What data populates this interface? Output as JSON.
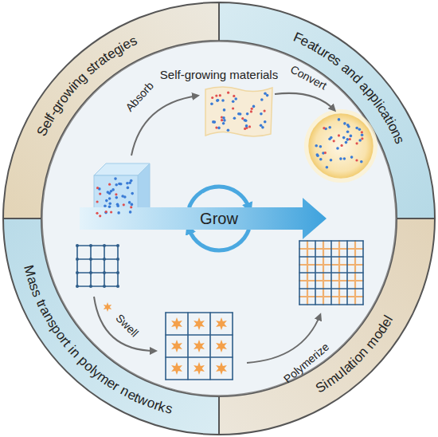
{
  "diagram": {
    "nodes": [
      {
        "text": [
          "Self-growing strategies"
        ]
      },
      {
        "text": [
          "Features and applications"
        ]
      },
      {
        "text": [
          "Mass transport in polymer networks"
        ]
      },
      {
        "text": [
          "Simulation model"
        ]
      },
      {
        "text": [
          "Self-growing materials"
        ]
      }
    ],
    "labels": [
      "Absorb",
      "Convert",
      "Grow",
      "Swell",
      "Polymerize"
    ]
  }
}
